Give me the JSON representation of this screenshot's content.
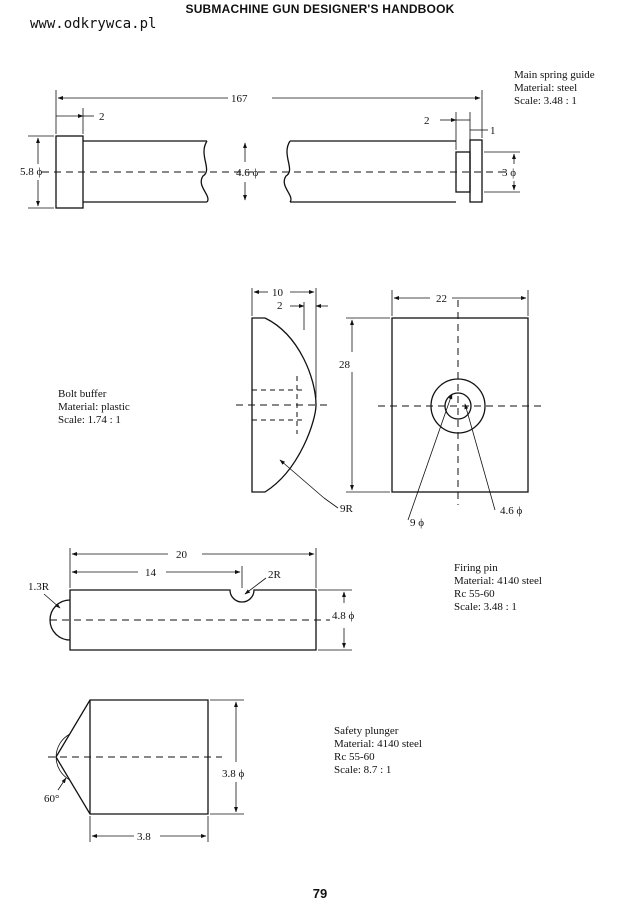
{
  "header": {
    "title": "SUBMACHINE GUN DESIGNER'S HANDBOOK"
  },
  "watermark": "www.odkrywca.pl",
  "page_number": "79",
  "parts": {
    "main_spring_guide": {
      "caption": [
        "Main spring guide",
        "Material: steel",
        "Scale: 3.48 : 1"
      ],
      "dims": {
        "length": "167",
        "head_width": "2",
        "tail_width": "2",
        "tip_width": "1",
        "head_dia": "5.8 ϕ",
        "rod_dia": "4.6 ϕ",
        "tip_dia": "3 ϕ"
      }
    },
    "bolt_buffer": {
      "caption": [
        "Bolt buffer",
        "Material: plastic",
        "Scale: 1.74 : 1"
      ],
      "dims": {
        "width_side": "10",
        "flat_width": "2",
        "height": "28",
        "width_front": "22",
        "radius": "9R",
        "bore_dia": "9 ϕ",
        "hole_dia": "4.6 ϕ"
      }
    },
    "firing_pin": {
      "caption": [
        "Firing pin",
        "Material: 4140 steel",
        "Rc 55-60",
        "Scale: 3.48 : 1"
      ],
      "dims": {
        "length": "20",
        "notch_pos": "14",
        "notch_radius": "2R",
        "end_radius": "1.3R",
        "dia": "4.8 ϕ"
      }
    },
    "safety_plunger": {
      "caption": [
        "Safety plunger",
        "Material: 4140 steel",
        "Rc 55-60",
        "Scale: 8.7 : 1"
      ],
      "dims": {
        "length": "3.8",
        "dia": "3.8 ϕ",
        "angle": "60°"
      }
    }
  }
}
